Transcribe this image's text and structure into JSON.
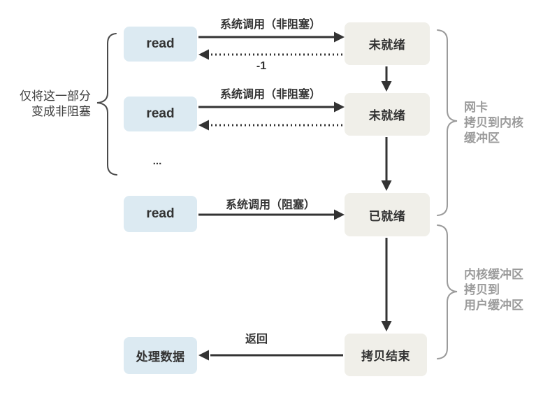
{
  "nodes": {
    "read1": "read",
    "read2": "read",
    "read3": "read",
    "not_ready_1": "未就绪",
    "not_ready_2": "未就绪",
    "ready": "已就绪",
    "copy_done": "拷贝结束",
    "process_data": "处理数据",
    "ellipsis": "..."
  },
  "edges": {
    "syscall_nonblocking_1": "系统调用（非阻塞）",
    "return_neg1": "-1",
    "syscall_nonblocking_2": "系统调用（非阻塞）",
    "syscall_blocking": "系统调用（阻塞）",
    "return_label": "返回"
  },
  "annotations": {
    "left": {
      "line1": "仅将这一部分",
      "line2": "变成非阻塞"
    },
    "right_top": {
      "line1": "网卡",
      "line2": "拷贝到内核",
      "line3": "缓冲区"
    },
    "right_bottom": {
      "line1": "内核缓冲区",
      "line2": "拷贝到",
      "line3": "用户缓冲区"
    }
  },
  "colors": {
    "bg": "#FFFFFF",
    "read_box": "#DCEAF2",
    "state_box": "#F0EFE9",
    "text": "#333333",
    "note_text": "#3D3D3D",
    "arrow": "#333333",
    "brace_left": "#4A4A4A",
    "brace_right": "#9B9B9B",
    "annotation_text": "#9B9B9B"
  }
}
